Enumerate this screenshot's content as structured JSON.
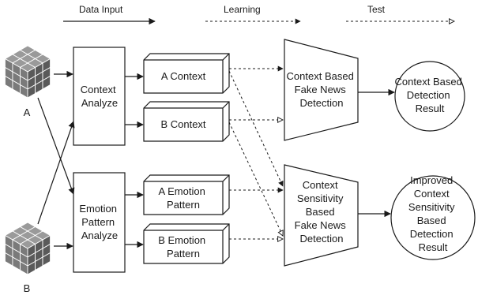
{
  "header": {
    "data_input": "Data Input",
    "learning": "Learning",
    "test": "Test"
  },
  "inputs": {
    "a": "A",
    "b": "B"
  },
  "analyzers": {
    "context": [
      "Context",
      "Analyze"
    ],
    "emotion": [
      "Emotion",
      "Pattern",
      "Analyze"
    ]
  },
  "features": {
    "a_context": "A Context",
    "b_context": "B Context",
    "a_emotion": [
      "A Emotion",
      "Pattern"
    ],
    "b_emotion": [
      "B Emotion",
      "Pattern"
    ]
  },
  "detectors": {
    "context_based": [
      "Context Based",
      "Fake News",
      "Detection"
    ],
    "sensitivity_based": [
      "Context",
      "Sensitivity",
      "Based",
      "Fake News",
      "Detection"
    ]
  },
  "results": {
    "context_based": [
      "Context Based",
      "Detection",
      "Result"
    ],
    "improved": [
      "Improved",
      "Context",
      "Sensitivity",
      "Based",
      "Detection",
      "Result"
    ]
  },
  "colors": {
    "stroke": "#1a1a1a",
    "cube_dark": "#5a5a5a",
    "cube_mid": "#7a7a7a",
    "cube_light": "#9a9a9a"
  }
}
